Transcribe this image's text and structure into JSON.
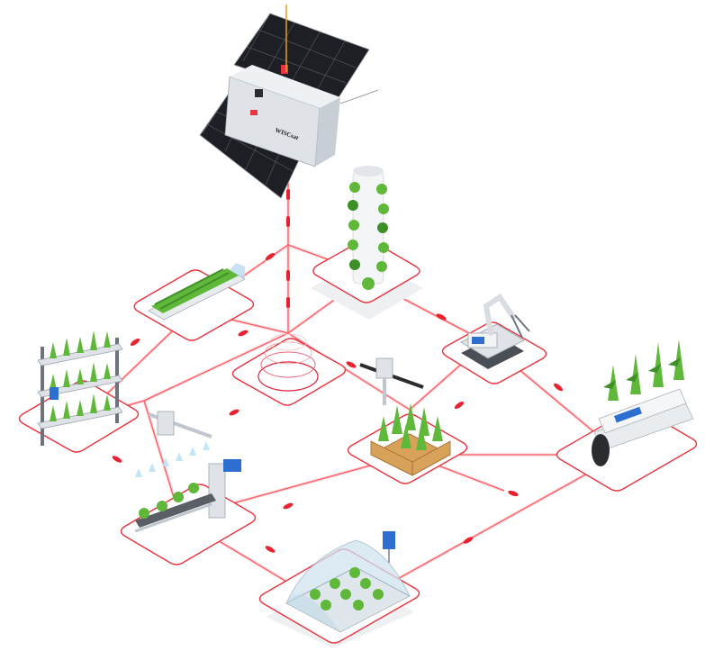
{
  "satellite": {
    "label": "WISCsat",
    "panel_color": "#1d1f24",
    "accent_color": "#e8343f"
  },
  "network": {
    "link_color": "#ff5a63",
    "tile_border_color": "#e8343f"
  },
  "stations": [
    {
      "name": "vertical-tower-garden",
      "icon": "tower-garden-icon"
    },
    {
      "name": "seedling-tray",
      "icon": "seedling-tray-icon"
    },
    {
      "name": "tiered-grow-shelf",
      "icon": "grow-shelf-icon"
    },
    {
      "name": "signal-hub",
      "icon": "signal-rings-icon"
    },
    {
      "name": "robotic-arm-rover",
      "icon": "robot-arm-icon"
    },
    {
      "name": "hydroponic-pipe",
      "icon": "hydroponic-pipe-icon"
    },
    {
      "name": "irrigation-sprinkler",
      "icon": "sprinkler-icon"
    },
    {
      "name": "crate-with-drone",
      "icon": "crate-drone-icon"
    },
    {
      "name": "greenhouse-tunnel",
      "icon": "greenhouse-icon"
    }
  ]
}
